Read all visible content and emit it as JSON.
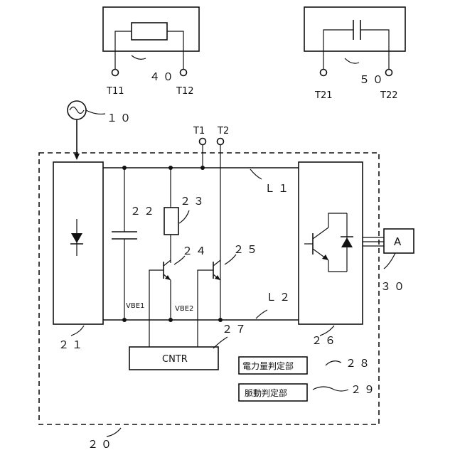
{
  "figure": {
    "terminals": {
      "t11": "T11",
      "t12": "T12",
      "t21": "T21",
      "t22": "T22",
      "t1": "T1",
      "t2": "T2"
    },
    "refs": {
      "r10": "１０",
      "r20": "２０",
      "r21": "２１",
      "r22": "２２",
      "r23": "２３",
      "r24": "２４",
      "r25": "２５",
      "r26": "２６",
      "r27": "２７",
      "r28": "２８",
      "r29": "２９",
      "r30": "３０",
      "r40": "４０",
      "r50": "５０"
    },
    "lines": {
      "l1": "Ｌ１",
      "l2": "Ｌ２"
    },
    "voltages": {
      "vbe1": "VBE1",
      "vbe2": "VBE2"
    },
    "controller_label": "CNTR",
    "load_label": "A",
    "power_judgment_label": "電力量判定部",
    "pulsation_judgment_label": "脈動判定部"
  }
}
